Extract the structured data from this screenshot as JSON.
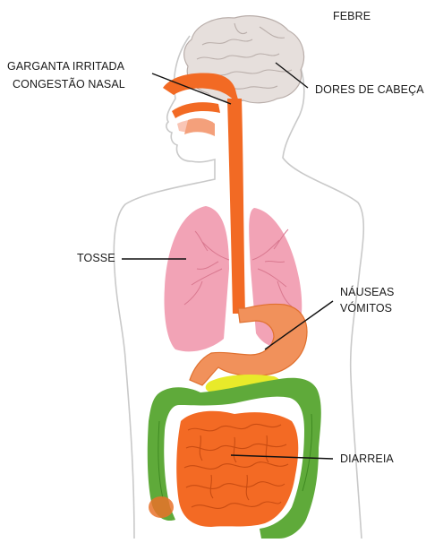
{
  "labels": {
    "fever": "FEBRE",
    "sore_throat": "GARGANTA IRRITADA",
    "nasal_congestion": "CONGESTÃO NASAL",
    "headache": "DORES DE CABEÇA",
    "cough": "TOSSE",
    "nausea": "NÁUSEAS",
    "vomiting": "VÓMITOS",
    "diarrhea": "DIARREIA"
  },
  "colors": {
    "body_outline": "#c9c9c9",
    "brain": "#e6dfdc",
    "brain_fold": "#b9aeaa",
    "digestive_tract": "#f26a24",
    "lungs": "#f2a3b6",
    "lung_vessels": "#d9788f",
    "stomach": "#f1915b",
    "liver_yellow": "#e8ea2a",
    "large_intestine": "#5faa3a",
    "small_intestine": "#f36a24",
    "leader_line": "#111111"
  }
}
